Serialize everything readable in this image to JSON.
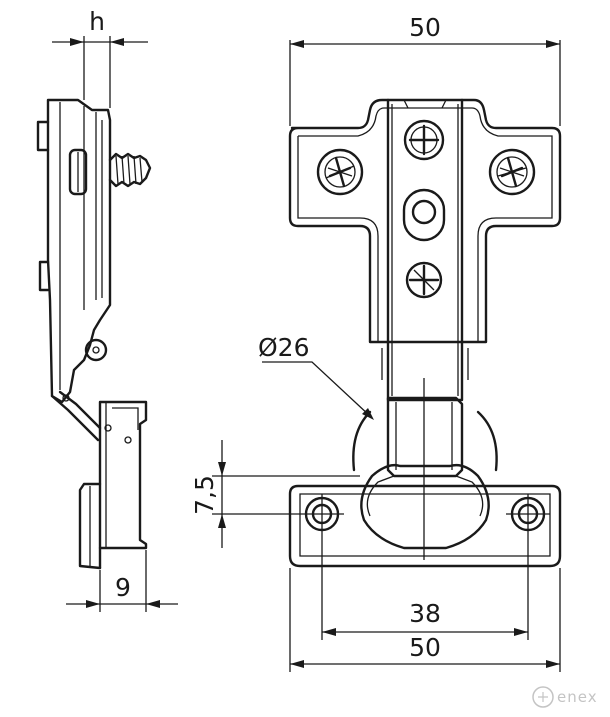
{
  "dimensions": {
    "side_thickness": "h",
    "side_offset": "9",
    "top_width": "50",
    "cup_diameter": "Ø26",
    "screw_offset": "7,5",
    "hole_spacing": "38",
    "plate_width": "50"
  },
  "watermark": "enex"
}
